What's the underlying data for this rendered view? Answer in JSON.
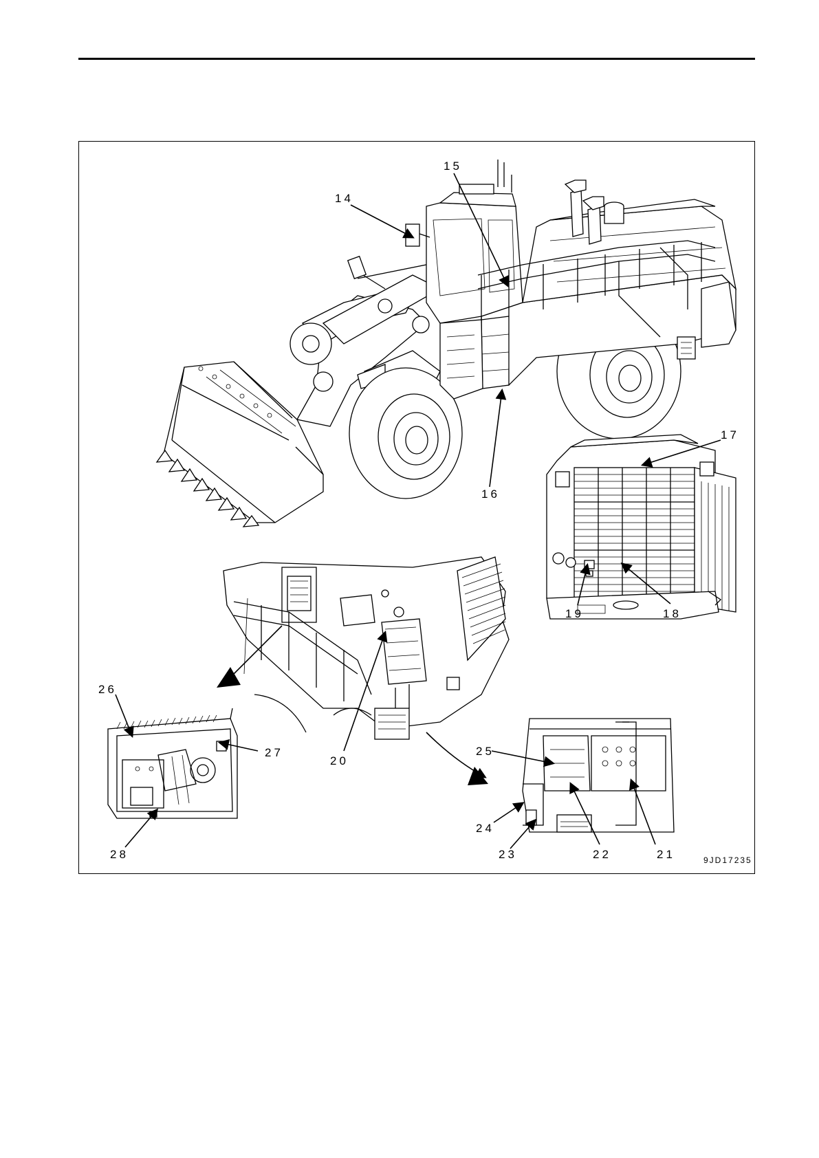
{
  "figure": {
    "callouts": {
      "c14": "14",
      "c15": "15",
      "c16": "16",
      "c17": "17",
      "c18": "18",
      "c19": "19",
      "c20": "20",
      "c21": "21",
      "c22": "22",
      "c23": "23",
      "c24": "24",
      "c25": "25",
      "c26": "26",
      "c27": "27",
      "c28": "28"
    },
    "figure_id": "9JD17235"
  }
}
